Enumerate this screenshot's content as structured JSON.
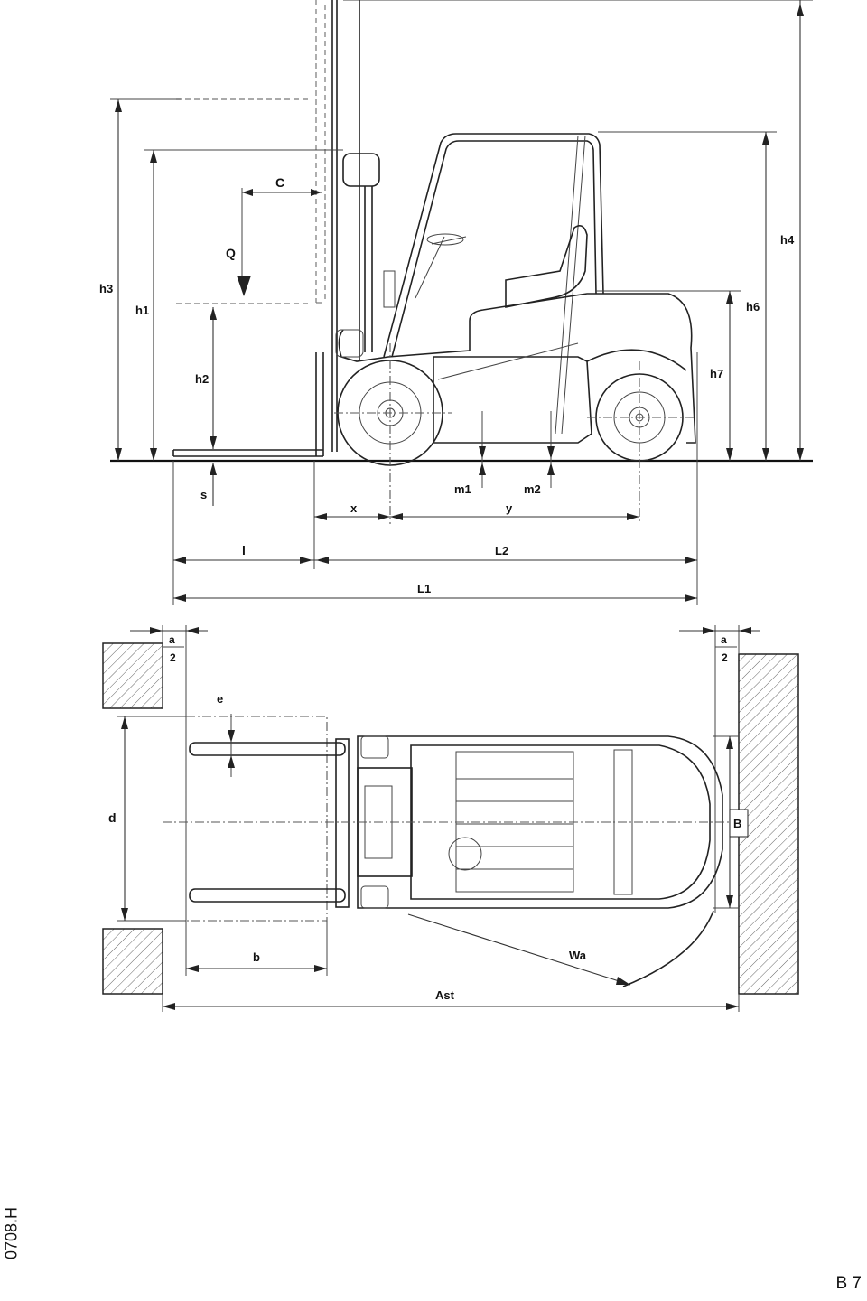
{
  "labels": {
    "h3": "h3",
    "h1": "h1",
    "h2": "h2",
    "h4": "h4",
    "h6": "h6",
    "h7": "h7",
    "C": "C",
    "Q": "Q",
    "s": "s",
    "m1": "m1",
    "m2": "m2",
    "x": "x",
    "y": "y",
    "l": "l",
    "L2": "L2",
    "L1": "L1",
    "a": "a",
    "two": "2",
    "e": "e",
    "d": "d",
    "b": "b",
    "B": "B",
    "Wa": "Wa",
    "Ast": "Ast"
  },
  "footer": {
    "side_code": "0708.H",
    "page_number": "B 7"
  }
}
